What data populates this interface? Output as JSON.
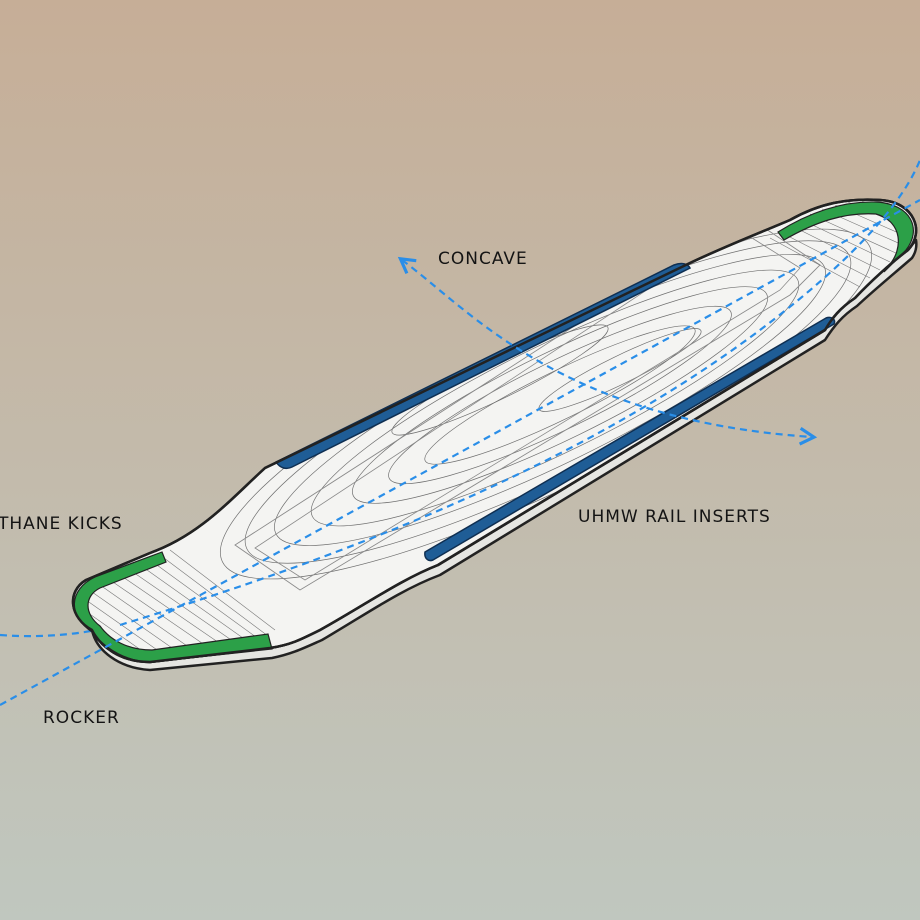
{
  "labels": {
    "concave": "CONCAVE",
    "rail_inserts": "UHMW RAIL INSERTS",
    "kicks": "THANE KICKS",
    "rocker": "ROCKER"
  },
  "colors": {
    "background_top": "#c6ae97",
    "background_bottom": "#c0c7bf",
    "deck": "#f4f4f2",
    "deck_outline": "#222222",
    "rail_insert": "#1f5d96",
    "kick": "#2ca048",
    "annotation_arrow": "#2a8ee8"
  },
  "icons": [
    "longboard-deck-illustration",
    "arrow-head-icon"
  ]
}
